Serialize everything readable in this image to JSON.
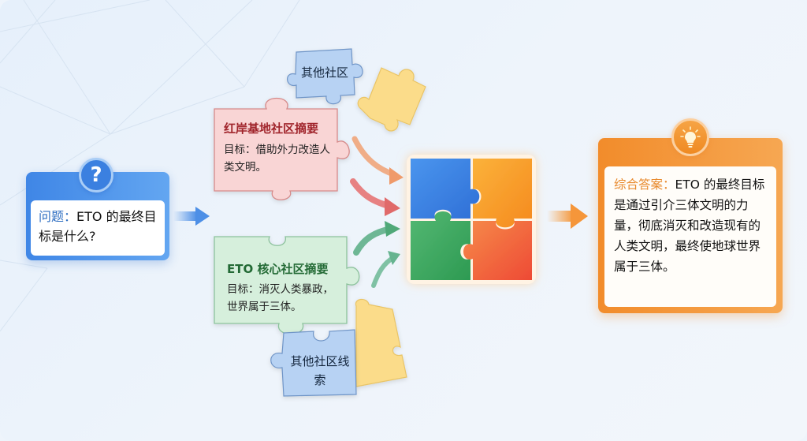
{
  "question": {
    "icon": "question-mark-icon",
    "label": "问题：",
    "text": "ETO 的最终目标是什么?"
  },
  "clues": {
    "red_base": {
      "title": "红岸基地社区摘要",
      "body": "目标：借助外力改造人类文明。",
      "color": "#f8d3d3"
    },
    "eto_core": {
      "title": "ETO 核心社区摘要",
      "body": "目标：消灭人类暴政，世界属于三体。",
      "color": "#d6efdc"
    },
    "other_top": {
      "label": "其他社区",
      "color": "#b7d2f3"
    },
    "other_bottom": {
      "label": "其他社区线索",
      "color": "#b7d2f3"
    }
  },
  "assembled_puzzle": {
    "pieces": [
      {
        "position": "top-left",
        "color": "#3b82e6"
      },
      {
        "position": "top-right",
        "color": "#f59a26"
      },
      {
        "position": "bottom-left",
        "color": "#36a35c"
      },
      {
        "position": "bottom-right",
        "color": "#f0603a"
      }
    ]
  },
  "answer": {
    "icon": "lightbulb-icon",
    "label": "综合答案：",
    "text": "ETO 的最终目标是通过引介三体文明的力量，彻底消灭和改造现有的人类文明，最终使地球世界属于三体。"
  },
  "colors": {
    "question_blue": "#3f86e6",
    "answer_orange": "#f28c2b",
    "red_arrow": "#e06a6a",
    "green_arrow": "#4fa878",
    "yellow_piece": "#fbdc8a"
  }
}
